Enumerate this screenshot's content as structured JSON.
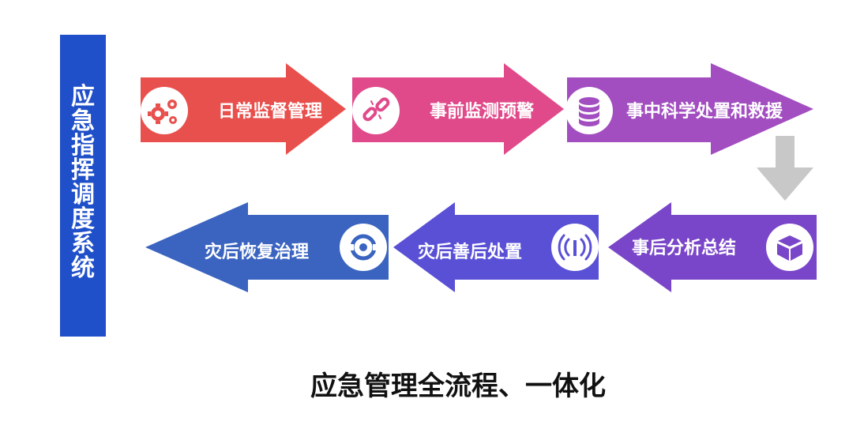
{
  "side_bar": {
    "text": "应急指挥调度系统",
    "color": "#1f4fc9"
  },
  "steps": [
    {
      "label": "日常监督管理",
      "icon": "gears-icon",
      "color": "#e8504d"
    },
    {
      "label": "事前监测预警",
      "icon": "broken-link-icon",
      "color": "#e04a8a"
    },
    {
      "label": "事中科学处置和救援",
      "icon": "database-icon",
      "color": "#a24ec0"
    },
    {
      "label": "事后分析总结",
      "icon": "box-icon",
      "color": "#7a46c9"
    },
    {
      "label": "灾后善后处置",
      "icon": "signal-broadcast-icon",
      "color": "#5a50d6"
    },
    {
      "label": "灾后恢复治理",
      "icon": "recovery-cycle-icon",
      "color": "#3a64c0"
    }
  ],
  "connector": {
    "icon": "down-arrow-icon",
    "color": "#c8c8c8"
  },
  "caption": "应急管理全流程、一体化"
}
